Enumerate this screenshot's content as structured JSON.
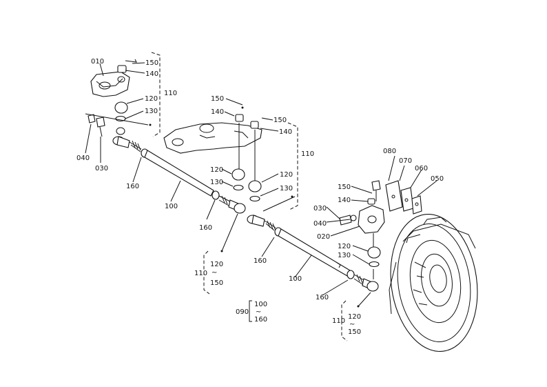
{
  "diagram": {
    "labels": {
      "p010": "010",
      "p150_a": "150",
      "p140_a": "140",
      "p120_a": "120",
      "p130_a": "130",
      "p110_a": "110",
      "p040_a": "040",
      "p030_a": "030",
      "p160_a": "160",
      "p100_a": "100",
      "p160_b": "160",
      "p150_b": "150",
      "p140_b": "140",
      "p150_c": "150",
      "p140_c": "140",
      "p110_b": "110",
      "p120_b": "120",
      "p130_b": "130",
      "p120_c": "120",
      "p130_c": "130",
      "p080": "080",
      "p070": "070",
      "p060": "060",
      "p050": "050",
      "p150_d": "150",
      "p140_d": "140",
      "p030_b": "030",
      "p040_b": "040",
      "p020": "020",
      "p120_d": "120",
      "p130_d": "130",
      "p160_c": "160",
      "p100_b": "100",
      "p160_d": "160",
      "p110_c": "110",
      "p120_e": "120",
      "p150_e": "150",
      "p090": "090",
      "p100_c": "100",
      "p160_e": "160",
      "p110_d": "110",
      "p120_f": "120",
      "p150_f": "150"
    }
  }
}
